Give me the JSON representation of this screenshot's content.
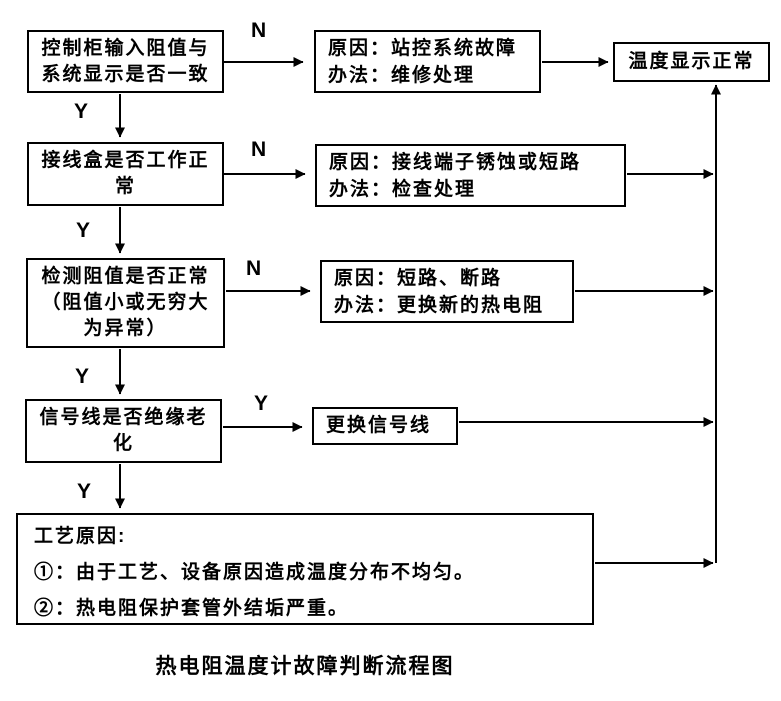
{
  "title": "热电阻温度计故障判断流程图",
  "labels": {
    "yes": "Y",
    "no": "N"
  },
  "nodes": {
    "q1": {
      "lines": [
        "控制柜输入阻值与",
        "系统显示是否一致"
      ]
    },
    "q2": {
      "lines": [
        "接线盒是否工作正",
        "常"
      ]
    },
    "q3": {
      "lines": [
        "检测阻值是否正常",
        "（阻值小或无穷大",
        "为异常）"
      ]
    },
    "q4": {
      "lines": [
        "信号线是否绝缘老",
        "化"
      ]
    },
    "r1": {
      "lines": [
        "原因：站控系统故障",
        "办法：维修处理"
      ]
    },
    "r2": {
      "lines": [
        "原因：接线端子锈蚀或短路",
        "办法：检查处理"
      ]
    },
    "r3": {
      "lines": [
        "原因：短路、断路",
        "办法：更换新的热电阻"
      ]
    },
    "r4": {
      "label": "更换信号线"
    },
    "process": {
      "lines": [
        "工艺原因:",
        "①：由于工艺、设备原因造成温度分布不均匀。",
        "②：热电阻保护套管外结垢严重。"
      ]
    },
    "end": {
      "label": "温度显示正常"
    }
  },
  "colors": {
    "line": "#000000",
    "text": "#000000",
    "background": "#ffffff"
  }
}
